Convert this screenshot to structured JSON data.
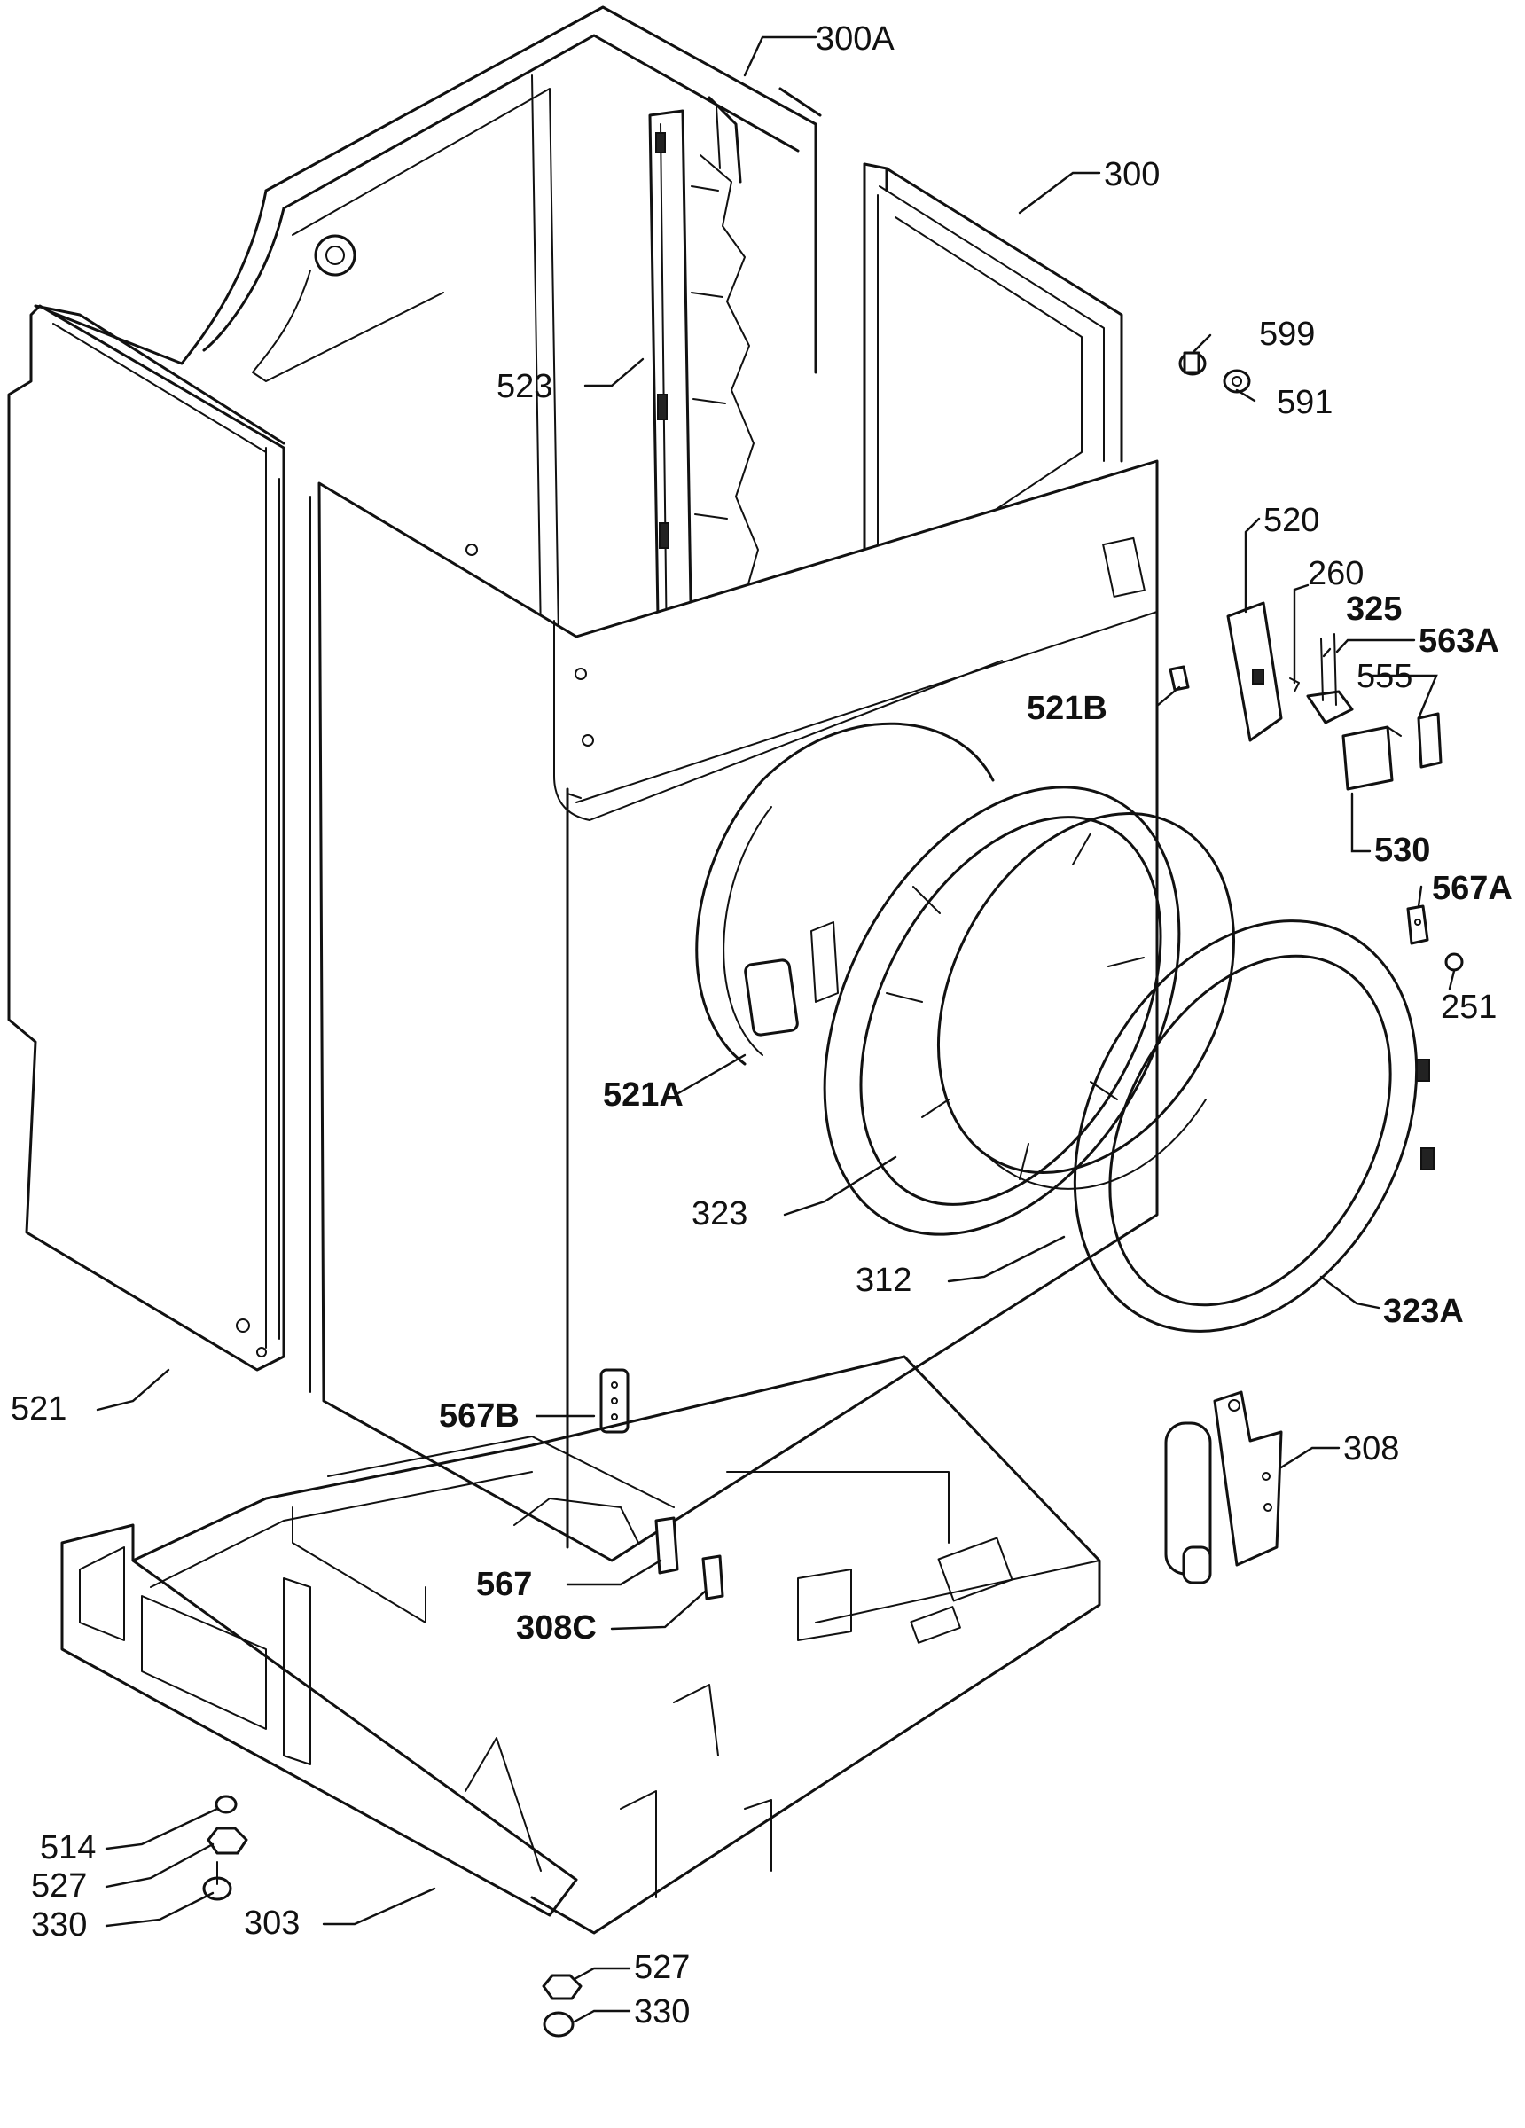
{
  "callouts": {
    "c300A": "300A",
    "c300": "300",
    "c599": "599",
    "c591": "591",
    "c523": "523",
    "c520": "520",
    "c260": "260",
    "c325": "325",
    "c563A": "563A",
    "c555": "555",
    "c521B": "521B",
    "c530": "530",
    "c567A": "567A",
    "c251": "251",
    "c521A": "521A",
    "c323": "323",
    "c312": "312",
    "c323A": "323A",
    "c521": "521",
    "c567B": "567B",
    "c308": "308",
    "c567": "567",
    "c308C": "308C",
    "c514": "514",
    "c527a": "527",
    "c330a": "330",
    "c303": "303",
    "c527b": "527",
    "c330b": "330"
  }
}
